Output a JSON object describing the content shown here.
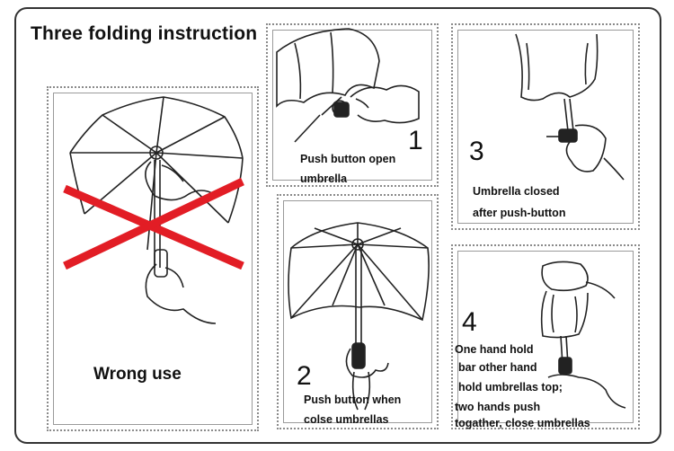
{
  "title": "Three folding instruction",
  "wrong_panel": {
    "label": "Wrong use"
  },
  "steps": [
    {
      "number": "1",
      "lines": [
        "Push button open",
        "umbrella"
      ]
    },
    {
      "number": "2",
      "lines": [
        "Push button when",
        "colse umbrellas"
      ]
    },
    {
      "number": "3",
      "lines": [
        "Umbrella closed",
        "after push-button"
      ]
    },
    {
      "number": "4",
      "lines": [
        "One hand hold",
        "bar other hand",
        "hold umbrellas top;",
        "two hands push",
        "togather, close umbrellas"
      ]
    }
  ],
  "colors": {
    "cross": "#e21d25",
    "ink": "#222222",
    "border": "#8a8a8a"
  }
}
